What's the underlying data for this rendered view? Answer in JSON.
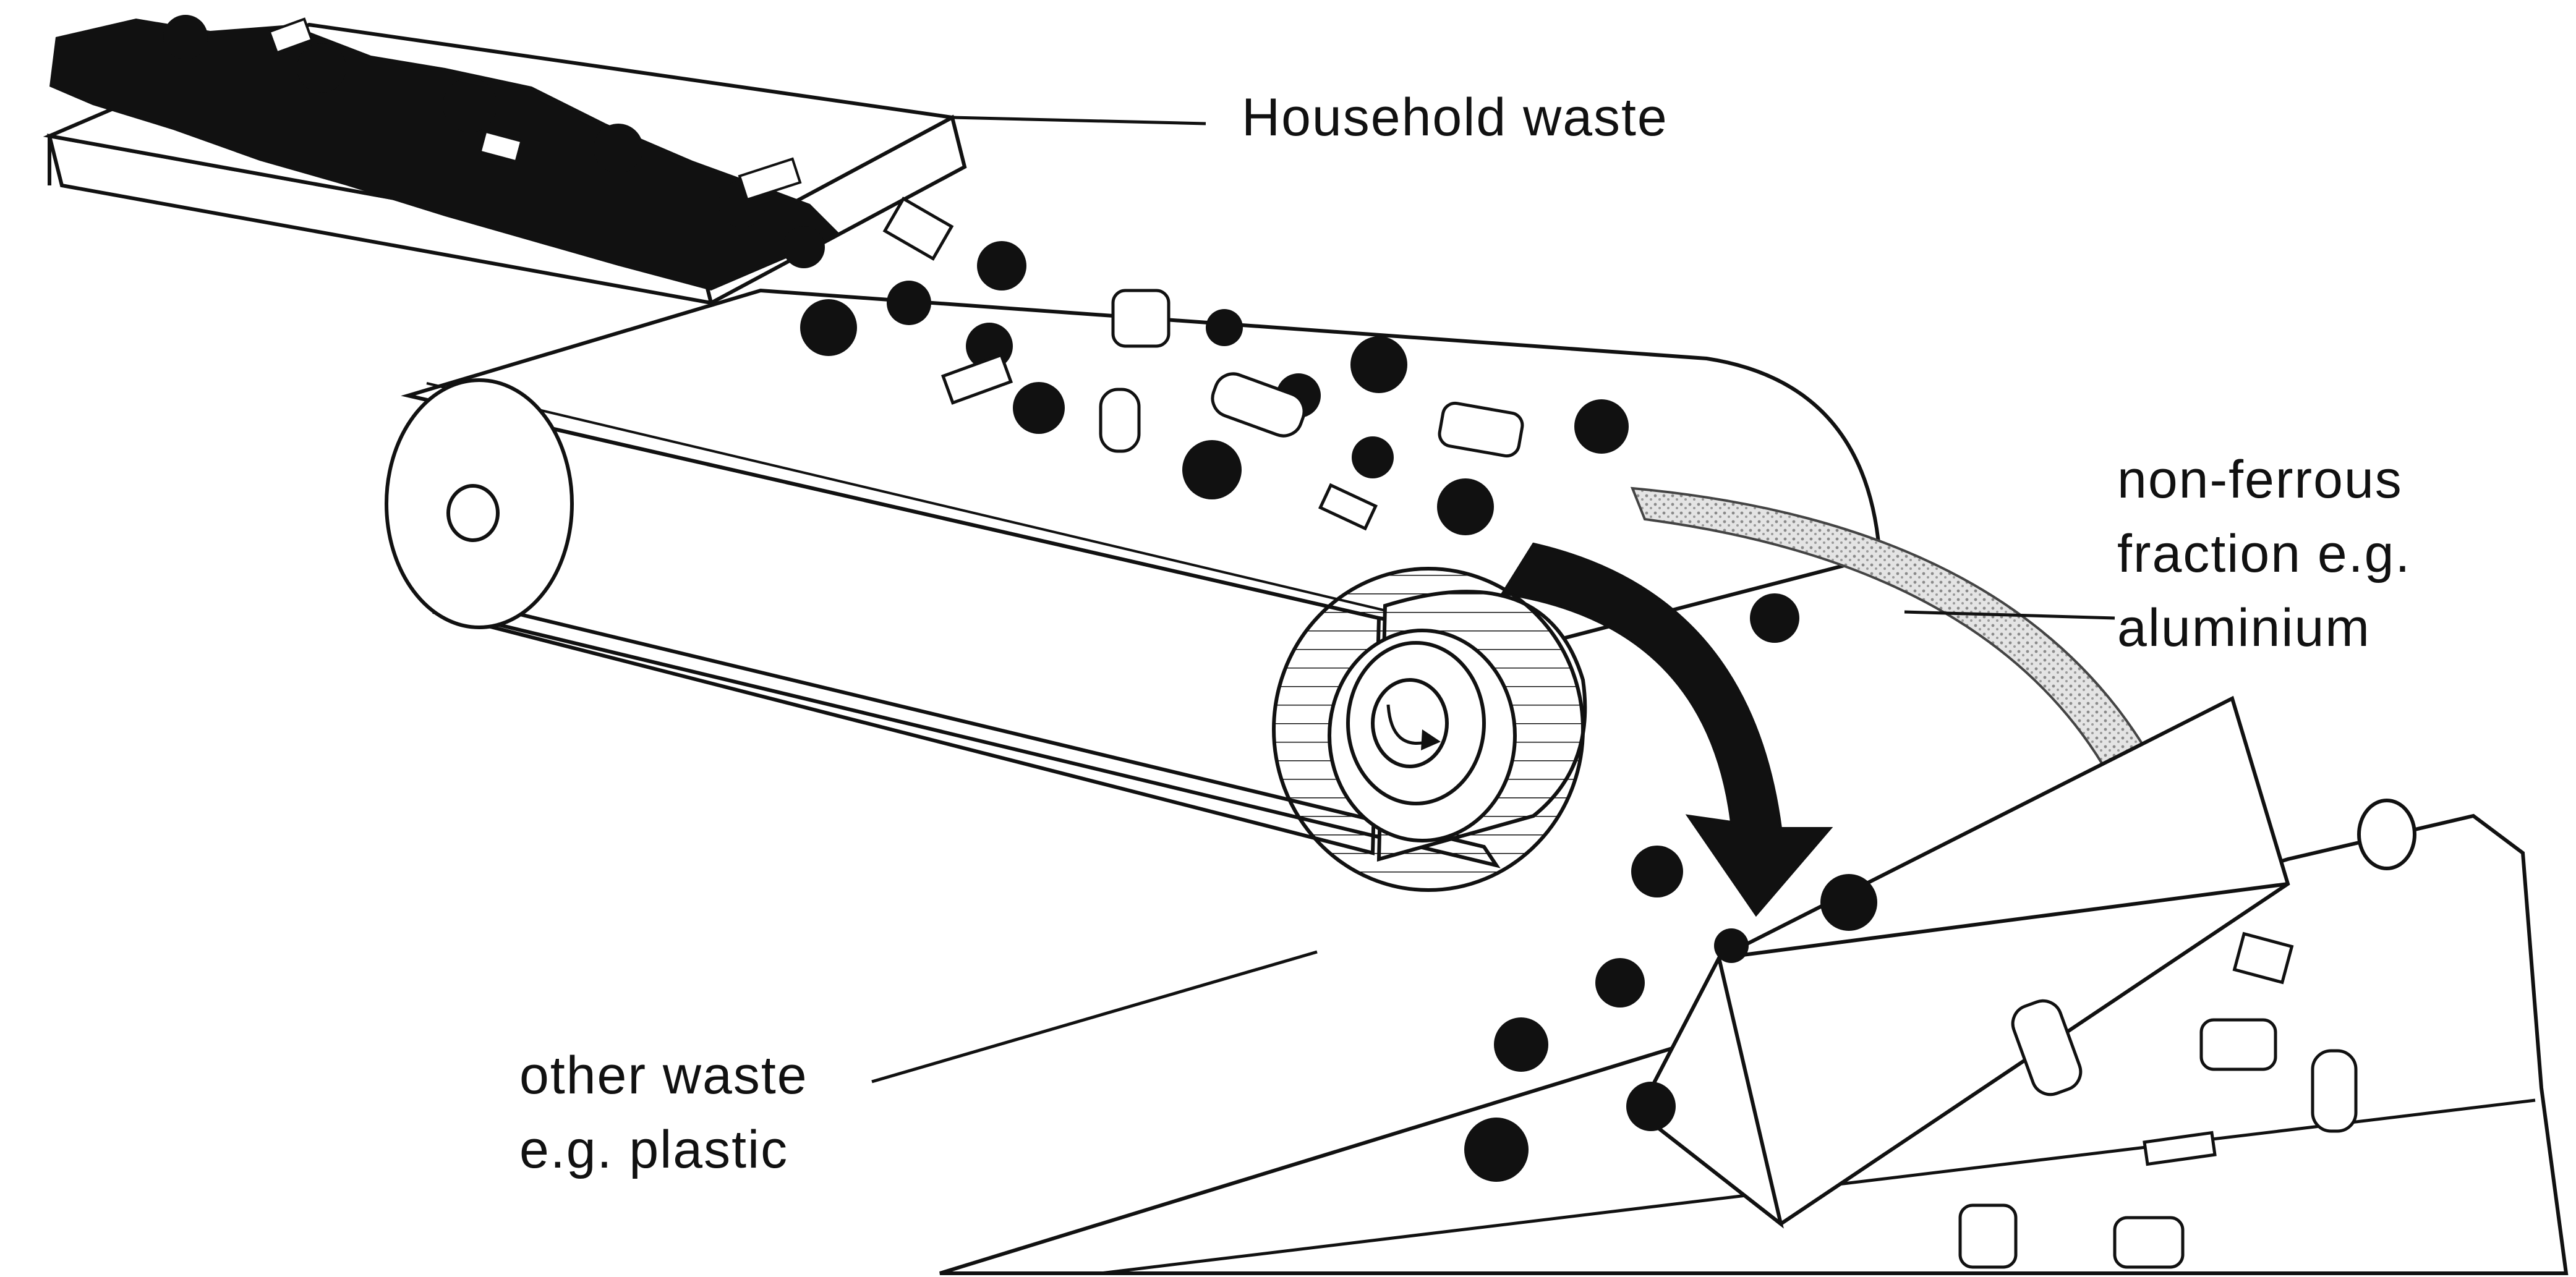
{
  "labels": {
    "household_waste": "Household waste",
    "non_ferrous": {
      "line1": "non-ferrous",
      "line2": "fraction e.g.",
      "line3": "aluminium"
    },
    "other_waste": {
      "line1": "other waste",
      "line2": "e.g. plastic"
    }
  },
  "colors": {
    "ink": "#111111",
    "background": "#ffffff",
    "stipple_arrow": "#c8c8c8"
  }
}
